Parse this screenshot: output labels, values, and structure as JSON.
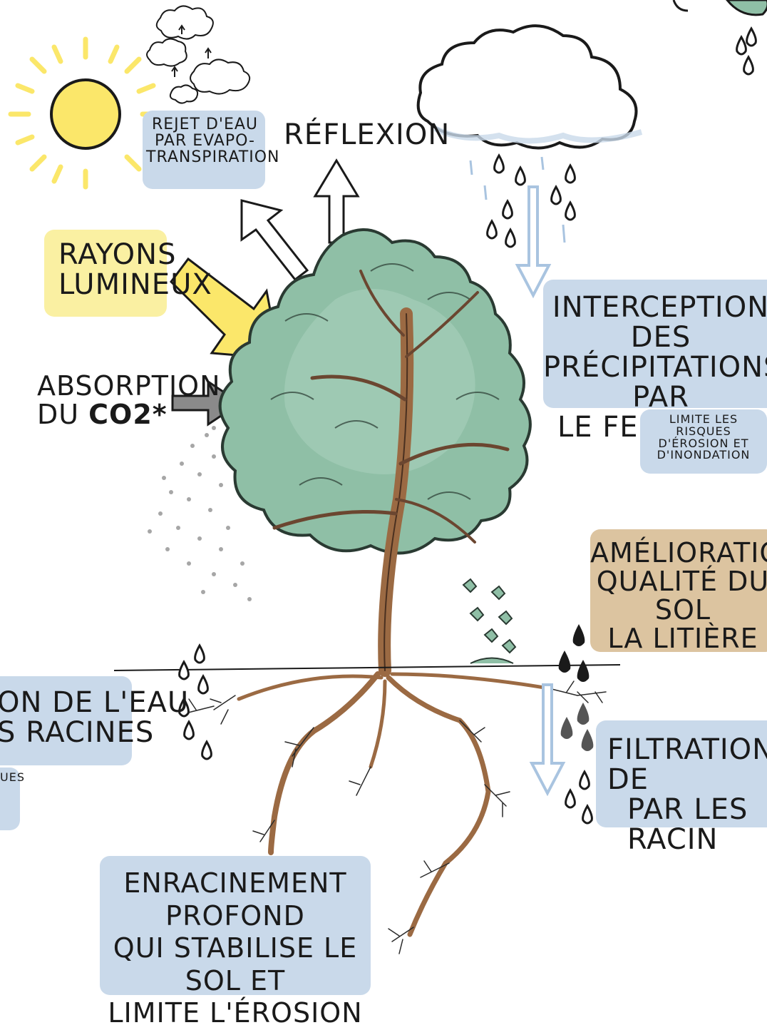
{
  "labels": {
    "evapo": "REJET D'EAU PAR EVAPO-TRANSPIRATION",
    "evapo_lines": [
      "REJET D'EAU",
      "PAR EVAPO-",
      "TRANSPIRATION"
    ],
    "reflexion": "RÉFLEXION",
    "rayons": [
      "RAYONS",
      "LUMINEUX"
    ],
    "absorption": [
      "ABSORPTION",
      "DU"
    ],
    "co2": "CO2*",
    "interception": [
      "INTERCEPTION DES",
      "PRÉCIPITATIONS PAR",
      "LE FEUILLAGE"
    ],
    "interception_sub": [
      "LIMITE LES RISQUES",
      "D'ÉROSION ET",
      "D'INONDATION"
    ],
    "amelioration": [
      "AMÉLIORATION",
      "QUALITÉ DU SOL",
      "LA LITIÈRE"
    ],
    "infiltration": [
      "ON DE L'EAU",
      "S RACINES"
    ],
    "infiltration_sub": "UES",
    "filtration": [
      "FILTRATION DE",
      "PAR LES RACIN"
    ],
    "enracinement": [
      "ENRACINEMENT PROFOND",
      "QUI STABILISE LE SOL ET",
      "LIMITE L'ÉROSION"
    ]
  },
  "colors": {
    "box_blue": "#c9d9ea",
    "box_yellow": "#faf0a2",
    "box_brown": "#dcc4a0",
    "foliage": "#8fbfa6",
    "trunk": "#9b6a43",
    "sun": "#fbe76a",
    "arrow_grey": "#8a8a8a",
    "rain_arrow": "#a9c4e0"
  }
}
